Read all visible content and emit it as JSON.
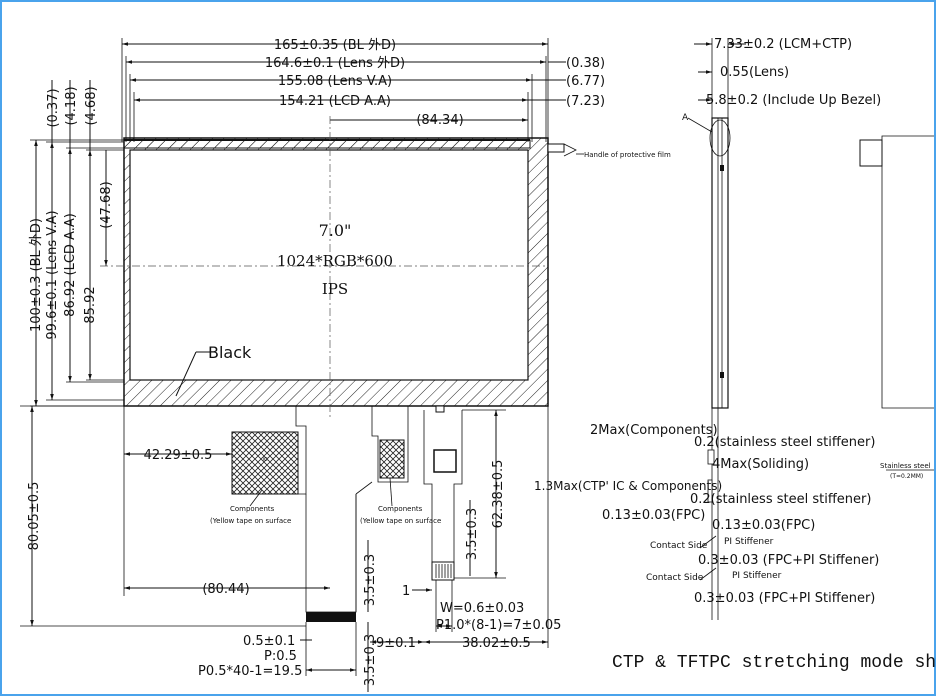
{
  "drawing": {
    "top_dims": {
      "bl_od": "165±0.35 (BL 外D)",
      "lens_od": "164.6±0.1 (Lens 外D)",
      "lens_va": "155.08 (Lens V.A)",
      "lcd_aa": "154.21 (LCD A.A)",
      "offset_r1": "(0.38)",
      "offset_r2": "(6.77)",
      "offset_r3": "(7.23)",
      "center_h": "(84.34)"
    },
    "left_dims": {
      "offset_l1": "(0.37)",
      "offset_l2": "(4.18)",
      "offset_l3": "(4.68)",
      "bl_h": "100±0.3 (BL 外D)",
      "lens_h": "99.6±0.1 (Lens V.A)",
      "lens_va_h": "86.92 (LCD A.A)",
      "lcd_aa_h": "85.92",
      "center_v": "(47.68)"
    },
    "panel": {
      "size": "7.0\"",
      "resolution": "1024*RGB*600",
      "type": "IPS",
      "black_label": "Black",
      "handle_label": "Handle of protective film"
    },
    "bottom_dims": {
      "fpc_offset": "42.29±0.5",
      "total_h": "80.05±0.5",
      "center_x": "(80.44)",
      "fpc_len": "62.38±0.5",
      "tail_3_5_a": "3.5±0.3",
      "tail_3_5_b": "3.5±0.3",
      "tail_3_5_c": "3.5±0.3",
      "pin_1": "1",
      "pin_w": "W=0.6±0.03",
      "pin_pitch": "P1.0*(8-1)=7±0.05",
      "w_9": "9±0.1",
      "w_38": "38.02±0.5",
      "p05": "0.5±0.1",
      "p_pitch": "P:0.5",
      "p_total": "P0.5*40-1=19.5",
      "components_1": "Components",
      "yellow_1": "(Yellow tape on surface",
      "components_2": "Components",
      "yellow_2": "(Yellow tape on surface"
    },
    "side_dims": {
      "lcm_ctp": "7.33±0.2 (LCM+CTP)",
      "lens_t": "0.55(Lens)",
      "bezel": "5.8±0.2 (Include Up Bezel)",
      "detail_a": "A",
      "comp_max": "2Max(Components)",
      "stiff_1": "0.2(stainless steel stiffener)",
      "solid_max": "4Max(Soliding)",
      "ctp_ic": "1.3Max(CTP' IC & Components)",
      "stiff_2": "0.2(stainless steel stiffener)",
      "fpc_1": "0.13±0.03(FPC)",
      "fpc_2": "0.13±0.03(FPC)",
      "contact_1": "Contact Side",
      "pi_1": "PI Stiffener",
      "fpc_pi_1": "0.3±0.03 (FPC+PI Stiffener)",
      "contact_2": "Contact Side",
      "pi_2": "PI Stiffener",
      "fpc_pi_2": "0.3±0.03 (FPC+PI Stiffener)",
      "stainless_label": "Stainless steel",
      "stainless_sub": "(T=0.2MM)"
    },
    "caption": "CTP & TFTPC stretching mode shipment"
  }
}
